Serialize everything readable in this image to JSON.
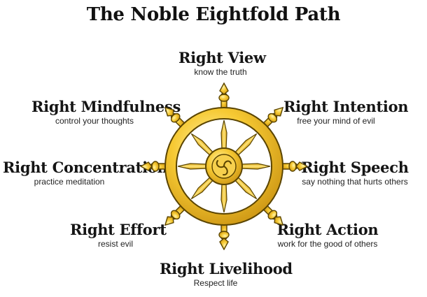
{
  "title": "The Noble Eightfold Path",
  "paths": [
    {
      "name": "Right View",
      "desc": "know the truth"
    },
    {
      "name": "Right Intention",
      "desc": "free your mind of evil"
    },
    {
      "name": "Right Speech",
      "desc": "say nothing that hurts others"
    },
    {
      "name": "Right Action",
      "desc": "work for the good of others"
    },
    {
      "name": "Right Livelihood",
      "desc": "Respect life"
    },
    {
      "name": "Right Effort",
      "desc": "resist evil"
    },
    {
      "name": "Right Concentration",
      "desc": "practice meditation"
    },
    {
      "name": "Right Mindfulness",
      "desc": "control your thoughts"
    }
  ],
  "colors": {
    "gold": "#f4c430",
    "gold_light": "#ffe57a",
    "gold_dark": "#b8860b",
    "outline": "#5a4400"
  },
  "icons": {
    "wheel": "dharma-wheel-icon"
  }
}
